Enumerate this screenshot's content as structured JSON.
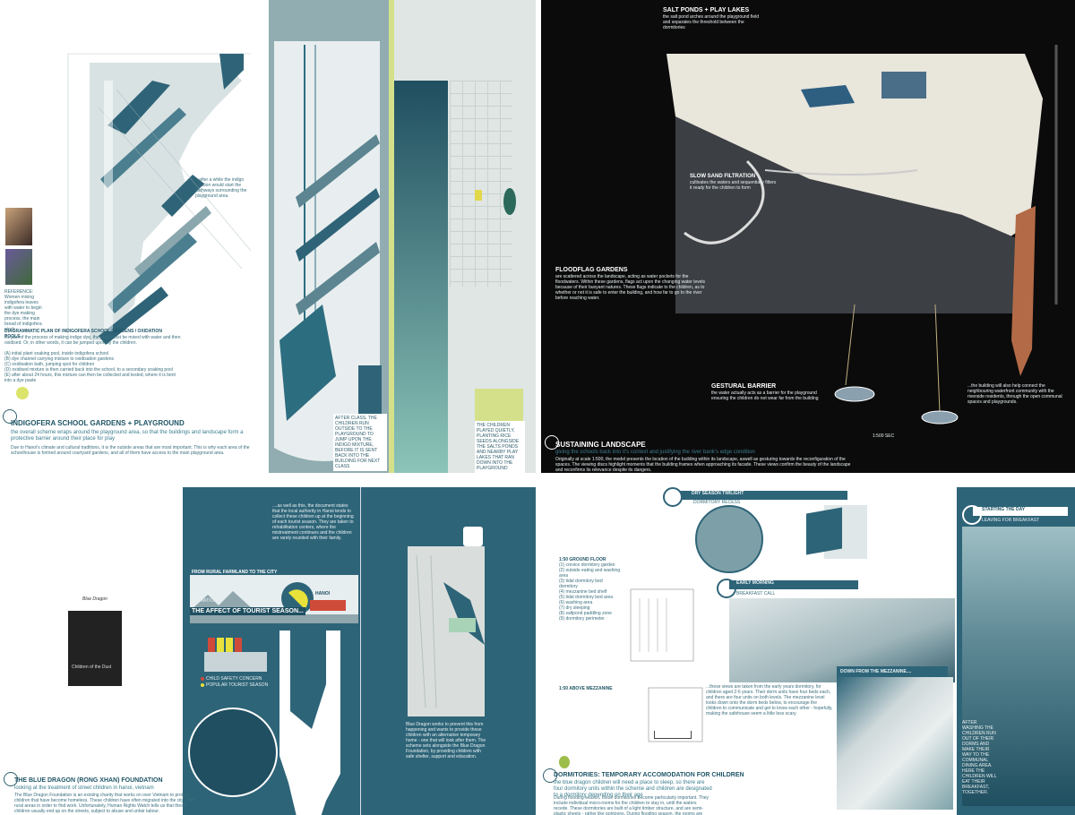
{
  "colors": {
    "teal": "#2e6478",
    "dark_teal": "#1f4f60",
    "light_teal": "#9fbcc0",
    "lime": "#d4e08a",
    "night": "#0b0b0b"
  },
  "panel1": {
    "annotation": "...after a while the indigo solution would start the pathways surrounding the playground area.",
    "reference": "REFERENCE: Women mixing indigofera leaves with water to begin the dye making process. the main bread of indigofera stock",
    "diagram_title": "DIAGRAMMATIC PLAN OF INDIGOFERA SCHOOL GARDENS / OXIDATION POOLS",
    "diagram_text": "As part of the process of making indigo dye, the plant must be mixed with water and then oxidised. Or, in other words, it can be jumped upon by the children.",
    "list": [
      "(A) initial plant soaking pool, inside indigofera school",
      "(B) dye channel carrying mixture to oxidisation gardens",
      "(C) oxidisation bath, jumping spot for children",
      "(D) oxidised mixture is then carried back into the school, to a secondary soaking pool",
      "(E) after about 24 hours, this mixture can then be collected and tested, where it is bent into a dye paste"
    ],
    "title": "INDIGOFERA SCHOOL GARDENS + PLAYGROUND",
    "subtitle": "the overall scheme wraps around the playground area, so that the buildings and landscape form a protective barrier around their place for play",
    "body": "Due to Hanoi's climate and cultural traditions, it is the outside areas that are most important. This is why each area of the schoolhouse is formed around courtyard gardens, and all of them have access to the main playground area.",
    "caption_mid": "AFTER CLASS, THE CHILDREN RUN OUTSIDE TO THE PLAYGROUND TO JUMP UPON THE INDIGO MIXTURE, BEFORE IT IS SENT BACK INTO THE BUILDING FOR NEXT CLASS",
    "caption_right": "THE CHILDREN PLAYED QUIETLY, PLANTING RICE SEEDS ALONGSIDE THE SALTS PONDS AND NEARBY PLAY LAKES THAT RAN DOWN INTO THE PLAYGROUND"
  },
  "panel2": {
    "label1": "SALT PONDS + PLAY LAKES",
    "text1": "the salt pond arches around the playground field and separates the threshold between the dormitories",
    "label2": "SLOW SAND FILTRATION",
    "text2": "cultivates the waters and sequentially filters it ready for the children to form",
    "label3": "FLOODFLAG GARDENS",
    "text3": "are scattered across the landscape, acting as water pockets for the floodwaters. Within these gardens, flags act upon the changing water levels because of their buoyant natures. These flags indicate to the children, as to whether or not it is safe to enter the building, and how far to go to the river before reaching water.",
    "label4": "GESTURAL BARRIER",
    "text4": "the water actually acts as a barrier for the playground ensuring the children do not wear far from the building",
    "text5": "...the building will also help connect the neighbouring waterfront community with the riverside residents, through the open communal spaces and playgrounds.",
    "title": "SUSTAINING LANDSCAPE",
    "subtitle": "giving the schools back into it's context and justifying the river bank's edge condition",
    "body": "Originally at scale 1:500, the model presents the location of the building within its landscape, aswell as gesturing towards the reconfiguration of the spaces. The viewing discs highlight moments that the building frames when approaching its facade. These views confirm the beauty of the landscape and reconfirms its relevance despite its dangers.",
    "scale_label": "1:500 SEC"
  },
  "panel3": {
    "book_title": "Children of the Dust",
    "logo_text": "Blue Dragon",
    "intro": "....as well as this, the document states that the local authority in Hanoi tends to collect these children up at the beginning of each tourist season. They are taken to rehabilitation centers, where the mistreatment continues and the children are rarely reunited with their family.",
    "migration_header": "FROM RURAL FARMLAND TO THE CITY",
    "migration_label": "MIGRATION",
    "city_label": "HANOI",
    "section_title": "THE AFFECT OF TOURIST SEASON...",
    "legend1": "CHILD SAFETY CONCERN",
    "legend2": "POPULAR TOURIST SEASON",
    "right_text": "Blue Dragon works to prevent this from happening and wants to provide these children with an alternative temporary home - one that will look after them. The scheme sets alongside the Blue Dragon Foundation, by providing children with safe shelter, support and education.",
    "title": "THE BLUE DRAGON (RONG XHAN) FOUNDATION",
    "subtitle": "looking at the treatment of street children in hanoi, vietnam",
    "body": "The Blue Dragon Foundation is an existing charity that works on over Vietnam to protect children that have become homeless. These children have often migrated into the city, from rural areas in order to find work. Unfortunately, Human Rights Watch tells us that these children usually end up on the streets, subject to abuse and unfair labour."
  },
  "panel4": {
    "label_top": "DRY SEASON TWILIGHT",
    "label_top_sub": "DORMITORY RECESS",
    "label_morning": "EARLY MORNING",
    "label_morning_sub": "BREAKFAST CALL",
    "label_start": "STARTING THE DAY",
    "label_start_sub": "LEAVING FOR BREAKFAST",
    "label_down": "DOWN FROM THE MEZZANINE....",
    "plan_title": "1:50 GROUND FLOOR",
    "plan_list": [
      "(1) crevice dormitory garden",
      "(2) outside eating and washing area",
      "(3) tidal dormitory bed dormitory",
      "(4) mezzanine bed shelf",
      "(5) tidal dormitory bed area",
      "(6) washing area",
      "(7) dry sleeping",
      "(8) saltpond paddling zone",
      "(9) dormitory perimeter"
    ],
    "mezz_title": "1:50 ABOVE MEZZANINE",
    "center_text": "...these views are taken from the early years dormitory, for children aged 2-6 years. Their dorm units have four beds each, and there are four units on both levels. The mezzanine level looks down onto the dorm beds below, to encourage the children to communicate and get to know each other - hopefully, making the safehouse seem a little less scary.",
    "right_caption": "AFTER WASHING THE CHILDREN RUN OUT OF THEIR DORMS AND MAKE THEIR WAY TO THE COMMUNAL DINING AREA. HERE THE CHILDREN WILL EAT THEIR BREAKFAST, TOGETHER.",
    "title": "DORMITORIES: TEMPORARY ACCOMODATION FOR CHILDREN",
    "subtitle": "the blue dragon children will need a place to sleep, so there are four dormitory units within the scheme and children are designated to a dormitory depending on their age",
    "body": "During flooding season, these dormitories become particularly important. They include individual micro-rooms for the children to stay in, until the waters recede. These dormitories are built of a light timber structure, and are semi-plastic sheets - rather like pontoons. During flooding season, the rooms are emptied of water (as foundations) and the dormitory becomes buoyant."
  }
}
